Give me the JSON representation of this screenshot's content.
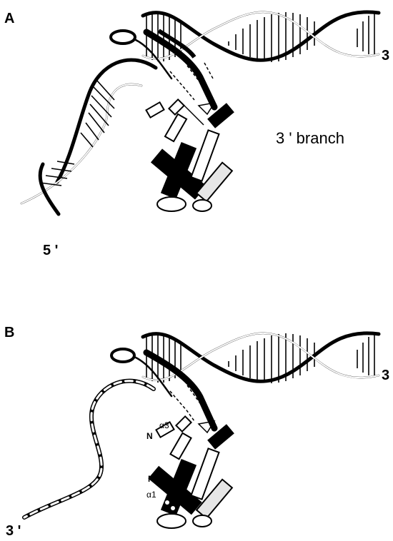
{
  "panels": [
    {
      "id": "A",
      "label": "A",
      "three_prime_end": "3",
      "branch_label": "3 ' branch",
      "five_prime_label": "5 '"
    },
    {
      "id": "B",
      "label": "B",
      "three_prime_end": "3",
      "three_prime_tail_label": "3 '",
      "alpha3_label": "α3",
      "n_label_upper": "N",
      "n_label_lower": "N",
      "alpha1_label": "α1"
    }
  ]
}
